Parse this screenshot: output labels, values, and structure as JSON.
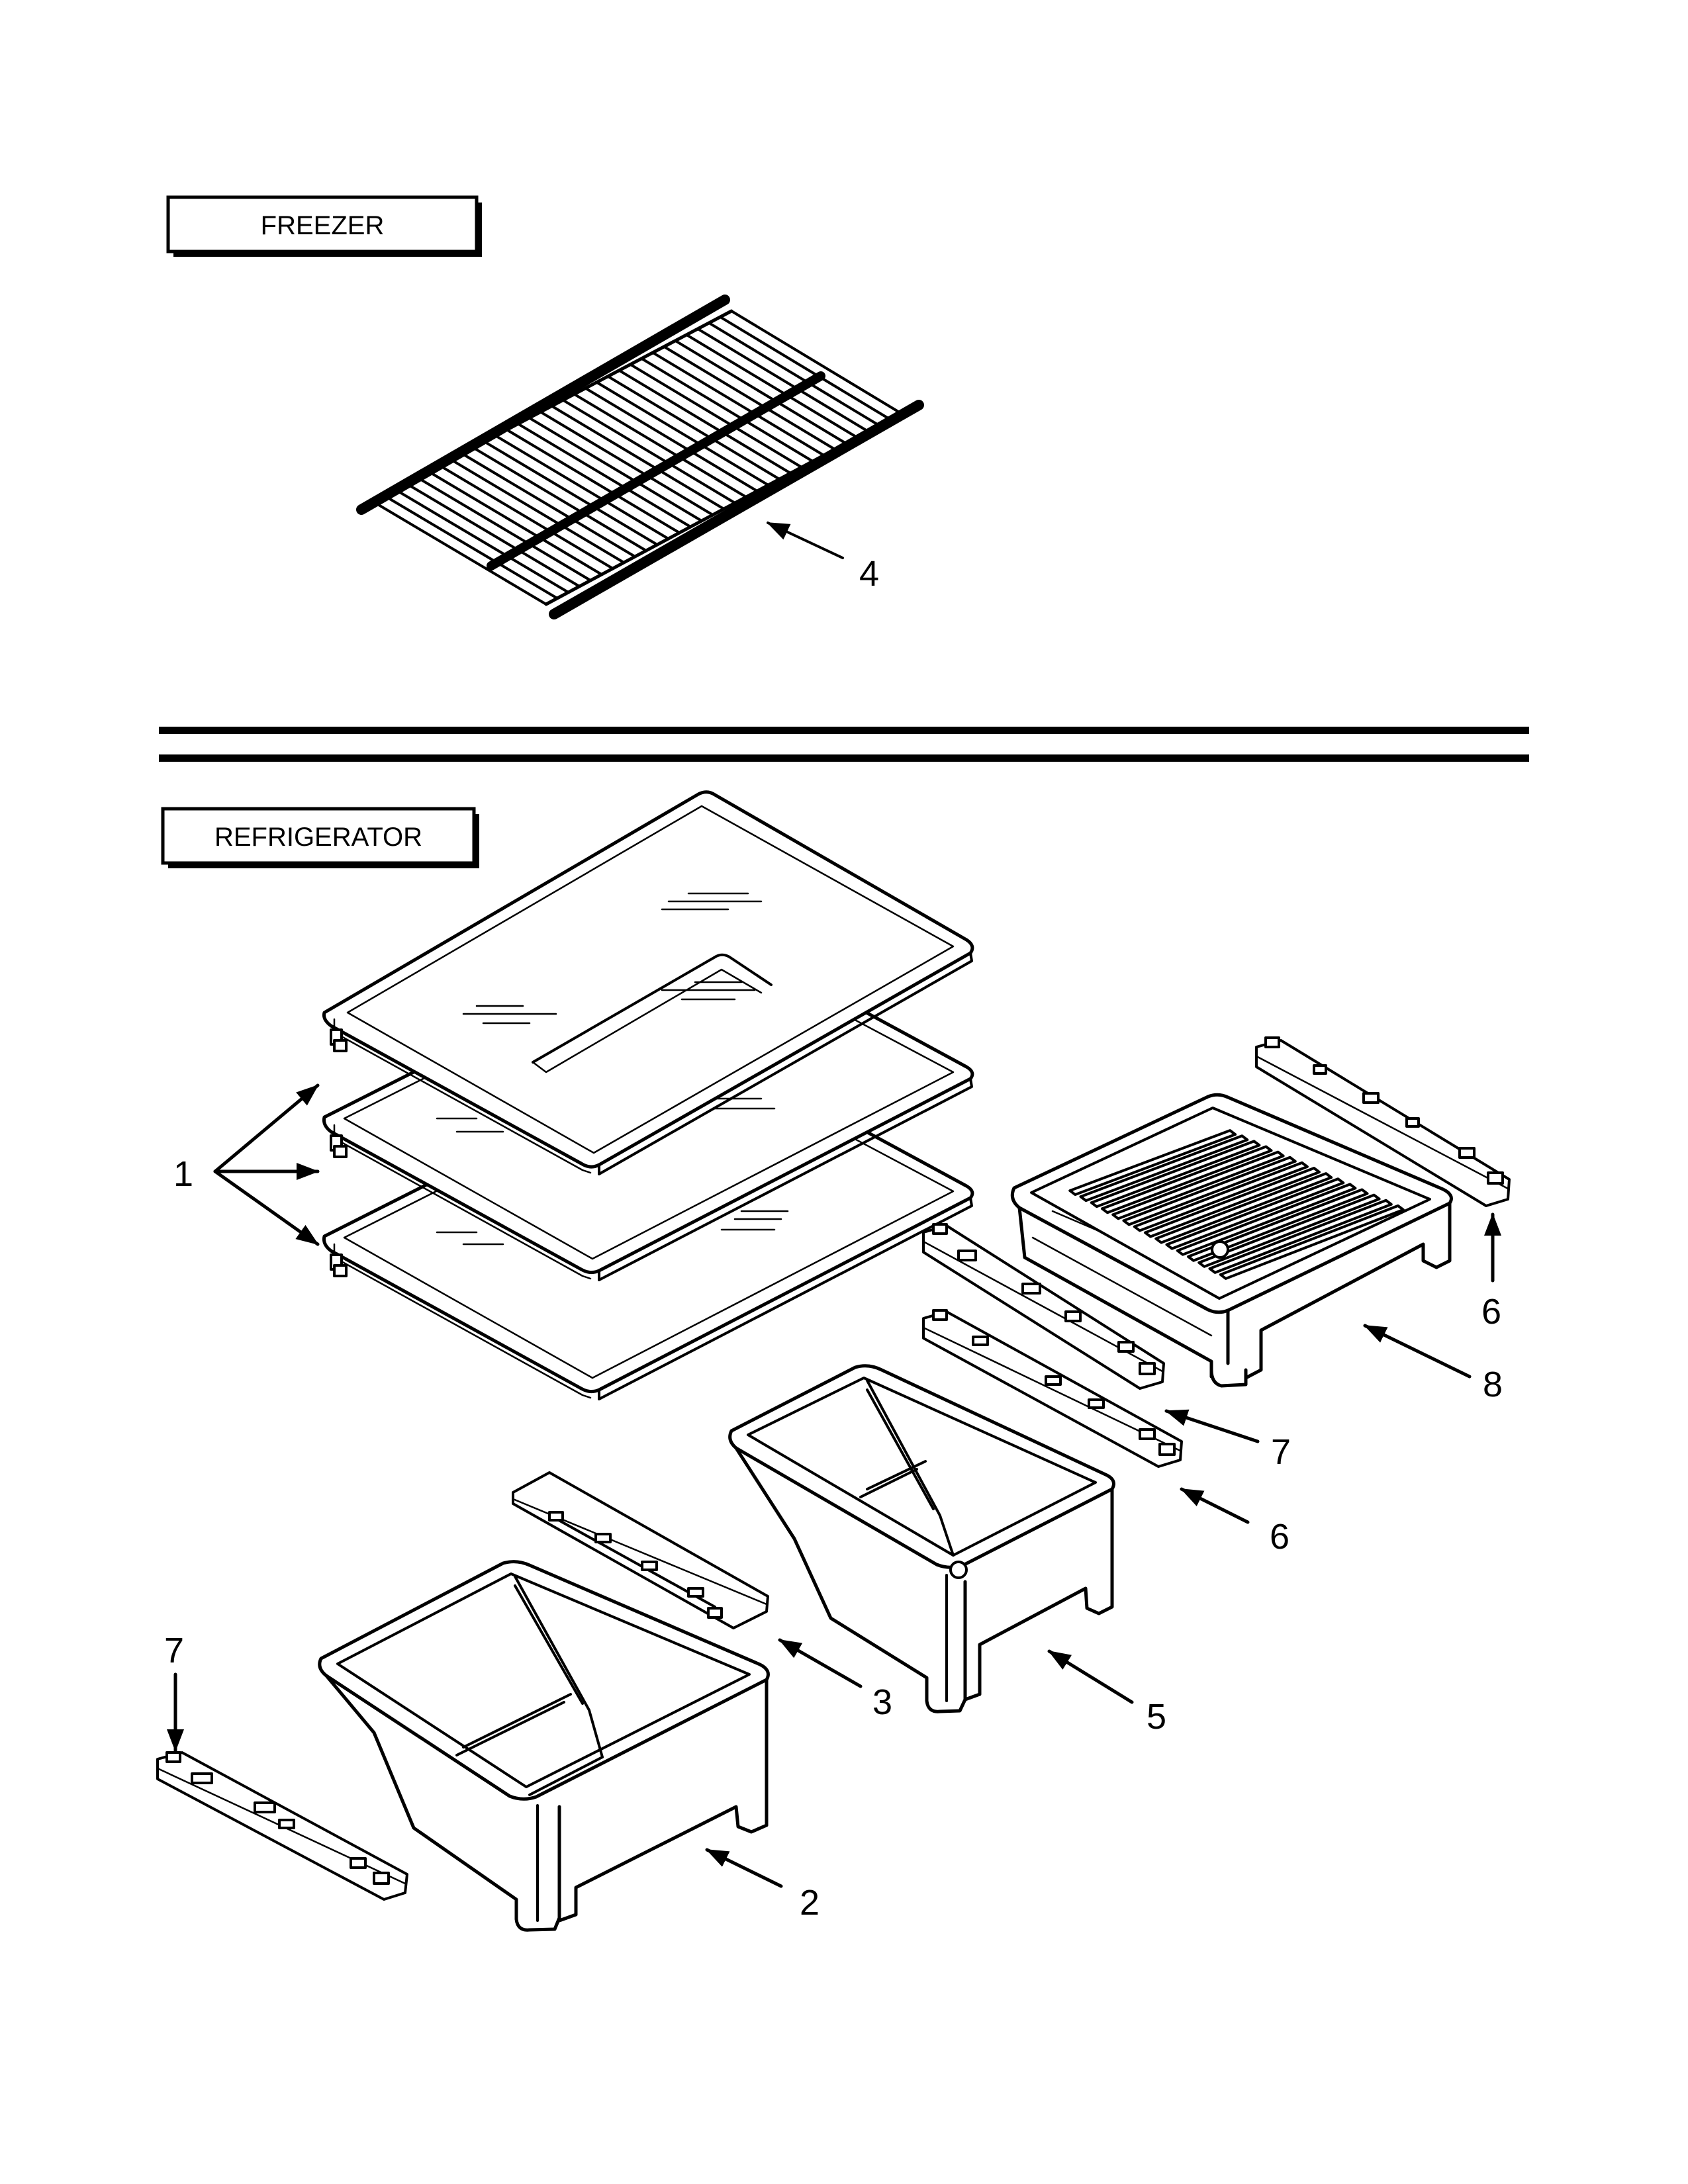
{
  "sections": {
    "freezer_label": "FREEZER",
    "refrigerator_label": "REFRIGERATOR"
  },
  "callouts": {
    "shelf_wire": "4",
    "shelves_glass": "1",
    "crisper_left": "2",
    "crisper_cover": "3",
    "crisper_right": "5",
    "slide_top_right": "6",
    "tray": "8",
    "slide_mid_a": "7",
    "slide_mid_b": "6",
    "slide_left": "7"
  }
}
